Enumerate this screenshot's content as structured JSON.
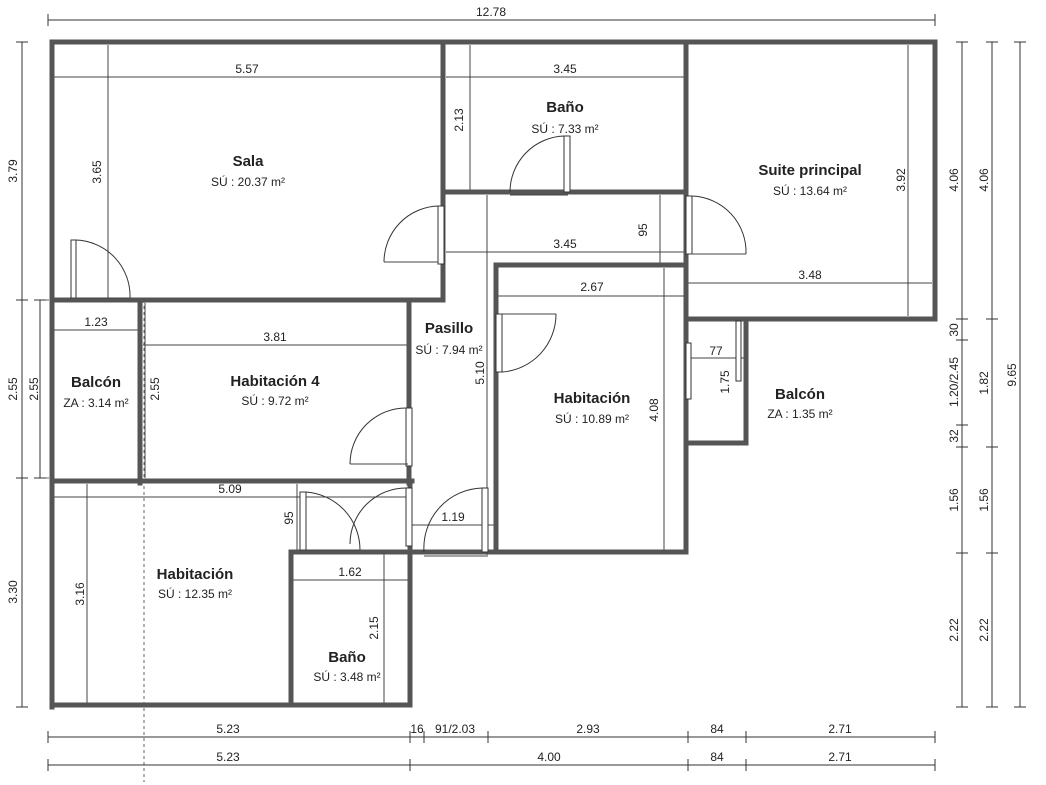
{
  "rooms": [
    {
      "name": "Sala",
      "area": "SÚ : 20.37 m²"
    },
    {
      "name": "Baño",
      "area": "SÚ : 7.33 m²"
    },
    {
      "name": "Suite principal",
      "area": "SÚ : 13.64 m²"
    },
    {
      "name": "Pasillo",
      "area": "SÚ : 7.94 m²"
    },
    {
      "name": "Balcón",
      "area": "ZA : 3.14 m²"
    },
    {
      "name": "Habitación 4",
      "area": "SÚ : 9.72 m²"
    },
    {
      "name": "Habitación",
      "area": "SÚ : 10.89 m²"
    },
    {
      "name": "Balcón",
      "area": "ZA : 1.35 m²"
    },
    {
      "name": "Habitación",
      "area": "SÚ : 12.35 m²"
    },
    {
      "name": "Baño",
      "area": "SÚ : 3.48 m²"
    }
  ],
  "dims": {
    "top_total": "12.78",
    "sala_width": "5.57",
    "bano_top_width": "3.45",
    "bano_top_height": "2.13",
    "sala_height": "3.65",
    "suite_height": "3.92",
    "pasillo_top_width": "3.45",
    "pasillo_95_top": "95",
    "suite_width": "3.48",
    "hab_center_width": "2.67",
    "balcon_left_width": "1.23",
    "hab4_width": "3.81",
    "balcon_left_height": "2.55",
    "hab4_height": "2.55",
    "pasillo_height": "5.10",
    "hab_center_height": "4.08",
    "balcon_right_width": "77",
    "balcon_right_height": "1.75",
    "hab_bottom_width": "5.09",
    "pasillo_95_bottom": "95",
    "pasillo_door_width": "1.19",
    "bano_bottom_width": "1.62",
    "hab_bottom_height": "3.16",
    "bano_bottom_height": "2.15",
    "left_top": "3.79",
    "left_middle": "2.55",
    "left_bottom": "3.30",
    "right_a_top": "4.06",
    "right_a_30": "30",
    "right_a_245": "1.20/2.45",
    "right_a_32": "32",
    "right_a_156": "1.56",
    "right_a_222": "2.22",
    "right_b_top": "4.06",
    "right_b_182": "1.82",
    "right_b_156": "1.56",
    "right_b_222": "2.22",
    "right_c_total": "9.65",
    "bottom1_a": "5.23",
    "bottom1_b": "16",
    "bottom1_c": "91/2.03",
    "bottom1_d": "2.93",
    "bottom1_e": "84",
    "bottom1_f": "2.71",
    "bottom2_a": "5.23",
    "bottom2_b": "4.00",
    "bottom2_c": "84",
    "bottom2_d": "2.71"
  }
}
